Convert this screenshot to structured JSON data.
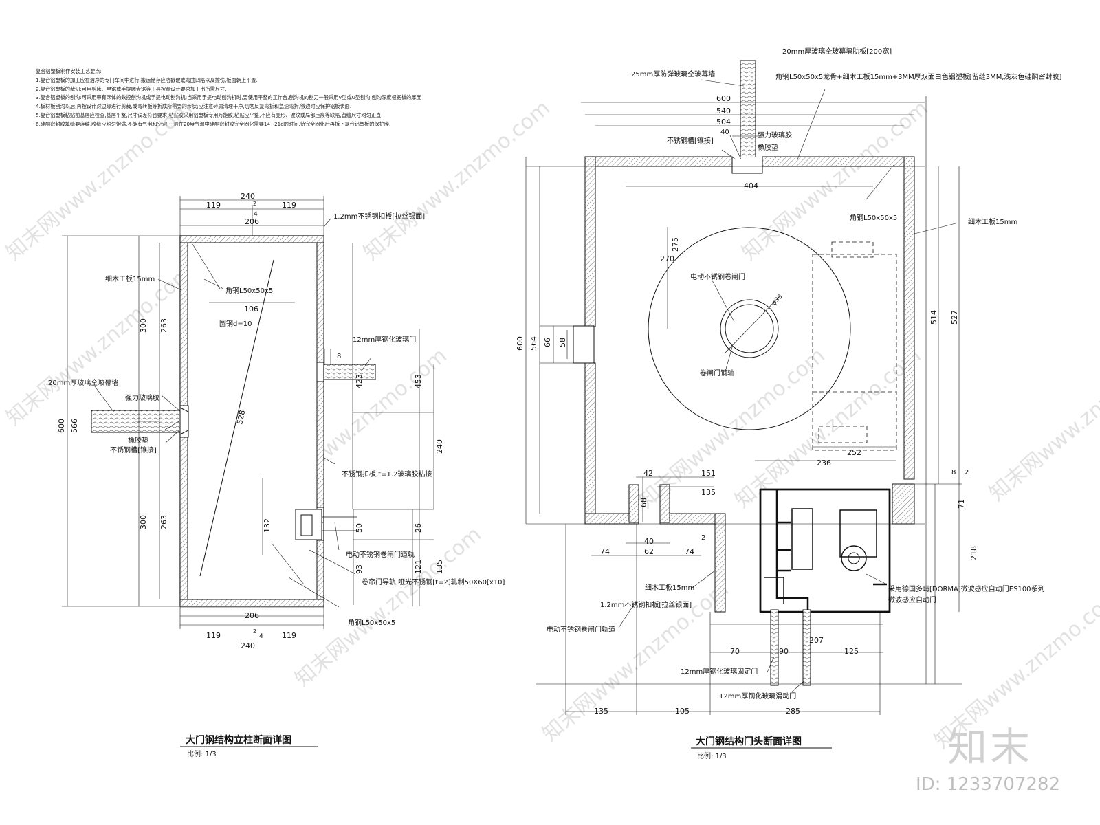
{
  "notes": {
    "title": "复合铝塑板制作安装工艺要点:",
    "items": [
      "1.复合铝塑板的加工应在洁净的专门车间中进行,搬运储存应防戳破或弯曲凹陷以及擦伤,板面朝上平置.",
      "2.复合铝塑板的裁切:可用剪床、电锯或手提圆盘锯等工具按照设计要求加工出所需尺寸.",
      "3.复合铝塑板的刨沟:可采用带有床体的数控刨沟机或手提电动刨沟机;当采用手提电动刨沟机时,要使用平整的工作台,刨沟机的刨刀一般采用V型或U型刨沟,刨沟深度根据板的厚度而定,使塑性材料层保留的厚度应在1/4左右.",
      "4.板材板刨沟以后,再按设计对边缘进行剪裁,或弯转板等折成所需要的形状;应注意碎屑清理干净,切勿反复弯折和急速弯折,够边时应保护铝板表面.",
      "5.复合铝塑板粘贴前基层应检查,基层平整,尺寸误差符合要求,粘贴胶采用铝塑板专用万能胶,粘贴应平整,不应有变形、波纹或局部压痕等缺陷,留缝尺寸均匀正直.",
      "6.硅酮密封胶填缝要连续,胶缝应均匀饱满,不能有气泡和空洞.一般在20度气温中硅酮密封胶完全固化需要14~21d的时间,待完全固化后再拆下复合铝塑板的保护膜."
    ]
  },
  "left_drawing": {
    "dims": {
      "w240_top": "240",
      "w119_tl": "119",
      "w2_top": "2",
      "w119_tr": "119",
      "w4_top": "4",
      "w206_top": "206",
      "w106": "106",
      "w8": "8",
      "w300_top": "300",
      "w263_top": "263",
      "w600": "600",
      "w566": "566",
      "w528": "528",
      "w423": "423",
      "w453": "453",
      "w240_r": "240",
      "w300_bot": "300",
      "w263_bot": "263",
      "w132": "132",
      "w50": "50",
      "w26": "26",
      "w93": "93",
      "w121": "121",
      "w135": "135",
      "w206_bot": "206",
      "w119_bl": "119",
      "w2_bot": "2",
      "w4_bot": "4",
      "w119_br": "119",
      "w240_bot": "240"
    },
    "labels": {
      "stainless_top": "1.2mm不锈钢扣板[拉丝银面]",
      "plywood": "细木工板15mm",
      "angle_steel": "角钢L50x50x5",
      "round_steel": "圆钢d=10",
      "tempered_glass_door": "12mm厚钢化玻璃门",
      "glass_curtain": "20mm厚玻璃仝玻幕墙",
      "strong_glue": "强力玻璃胶",
      "rubber_pad": "橡胶垫",
      "stainless_groove": "不锈钢槽[镶接]",
      "stainless_plate": "不锈钢扣板,t=1.2玻璃胶粘接",
      "rail": "电动不锈钢卷闸门道轨",
      "guide_rail": "卷帘门导轨,哑光不锈钢[t=2]轧制50X60[x10]",
      "angle_steel_bot": "角钢L50x50x5"
    },
    "title": "大门钢结构立柱断面详图",
    "scale": "比例: 1/3"
  },
  "right_drawing": {
    "dims": {
      "d600": "600",
      "d540": "540",
      "d504": "504",
      "d40": "40",
      "d404": "404",
      "d275": "275",
      "d270": "270",
      "d90": "φ90",
      "d600v": "600",
      "d564": "564",
      "d66": "66",
      "d58": "58",
      "d514": "514",
      "d527": "527",
      "d252": "252",
      "d236": "236",
      "d8": "8",
      "d2": "2",
      "d71": "71",
      "d42": "42",
      "d151": "151",
      "d135": "135",
      "d68": "68",
      "d40b": "40",
      "d62": "62",
      "d74l": "74",
      "d74r": "74",
      "d2b": "2",
      "d218": "218",
      "d207": "207",
      "d70": "70",
      "d90b": "90",
      "d125": "125",
      "d135b": "135",
      "d105": "105",
      "d285": "285"
    },
    "labels": {
      "rib": "20mm厚玻璃仝玻幕墙肋板[200宽]",
      "bullet_glass": "25mm厚防弹玻璃仝玻幕墙",
      "frame_spec": "角钢L50x50x5龙骨+细木工板15mm+3MM厚双面白色铝塑板[留缝3MM,浅灰色硅酮密封胶]",
      "strong_glue": "强力玻璃胶",
      "stainless_groove": "不锈钢槽[镶接]",
      "rubber_pad": "橡胶垫",
      "angle_steel": "角钢L50x50x5",
      "plywood_r": "细木工板15mm",
      "roller_door": "电动不锈钢卷闸门",
      "shaft": "卷闸门钢轴",
      "dorma1": "采用德国多玛[DORMA]微波感应自动门ES100系列",
      "dorma2": "微波感应自动门",
      "plywood_b": "细木工板15mm",
      "stainless_plate": "1.2mm不锈钢扣板[拉丝银面]",
      "track": "电动不锈钢卷闸门轨道",
      "fixed_door": "12mm厚钢化玻璃固定门",
      "sliding_door": "12mm厚钢化玻璃滑动门"
    },
    "title": "大门钢结构门头断面详图",
    "scale": "比例: 1/3"
  },
  "watermark": {
    "text": "知末网www.znzmo.com",
    "brand": "知末",
    "id": "ID: 1233707282"
  }
}
